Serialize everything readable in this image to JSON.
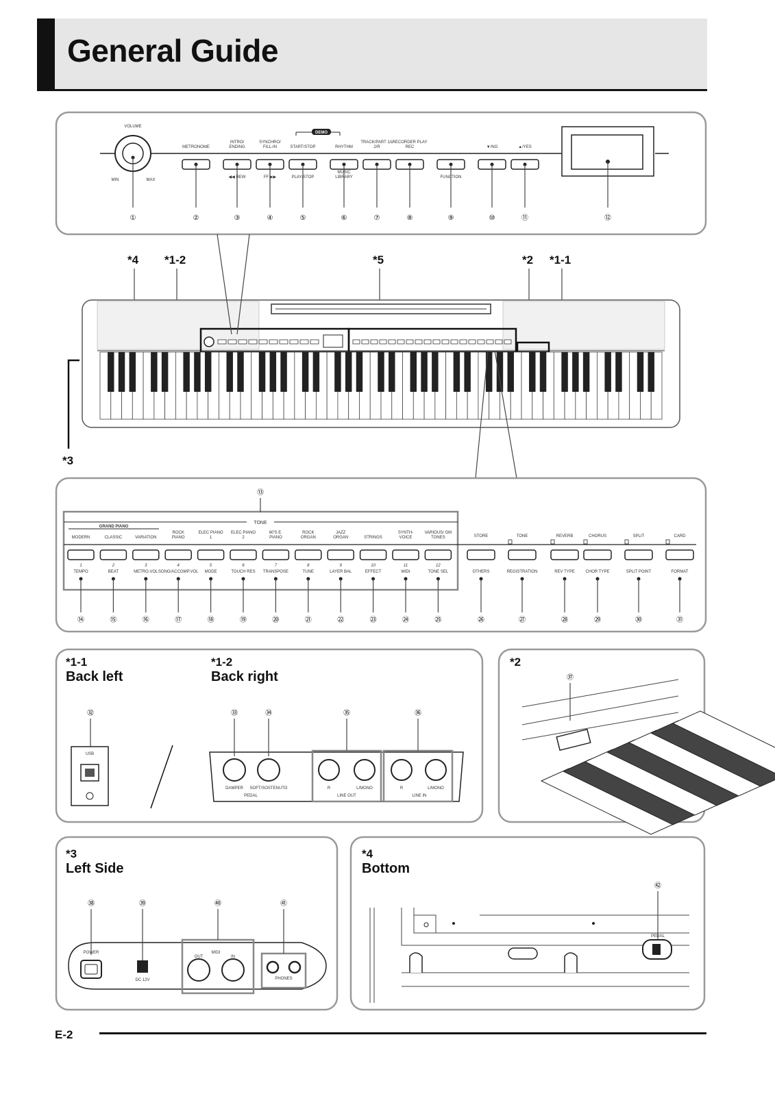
{
  "page": {
    "title": "General Guide",
    "page_number": "E-2"
  },
  "top_panel": {
    "volume": {
      "label": "VOLUME",
      "min": "MIN",
      "max": "MAX"
    },
    "buttons": [
      {
        "num": "①",
        "top": "VOLUME",
        "bottom": ""
      },
      {
        "num": "②",
        "top": "METRONOME",
        "bottom": ""
      },
      {
        "num": "③",
        "top": "INTRO/ ENDING",
        "bottom": "◀◀ REW"
      },
      {
        "num": "④",
        "top": "SYNCHRO/ FILL-IN",
        "bottom": "FF ▶▶"
      },
      {
        "num": "⑤",
        "top": "START/STOP",
        "bottom": "PLAY/STOP"
      },
      {
        "num": "⑥",
        "top": "RHYTHM",
        "bottom": "MUSIC LIBRARY"
      },
      {
        "num": "⑦",
        "top": "TRACK/PART 1/L 2/R",
        "bottom": ""
      },
      {
        "num": "⑧",
        "top": "RECORDER PLAY REC",
        "bottom": ""
      },
      {
        "num": "⑨",
        "top": "",
        "bottom": "FUNCTION"
      },
      {
        "num": "⑩",
        "top": "▼/NO",
        "bottom": ""
      },
      {
        "num": "⑪",
        "top": "▲/YES",
        "bottom": ""
      },
      {
        "num": "⑫",
        "top": "",
        "bottom": ""
      }
    ],
    "demo": "DEMO"
  },
  "callouts": {
    "c4": "*4",
    "c12": "*1-2",
    "c5": "*5",
    "c2": "*2",
    "c11": "*1-1",
    "c3": "*3"
  },
  "tone_panel": {
    "header_num": "⑬",
    "tone_label": "TONE",
    "grand_piano": "GRAND PIANO",
    "tones": [
      {
        "top": "MODERN",
        "idx": "1",
        "bottom": "TEMPO",
        "num": "⑭"
      },
      {
        "top": "CLASSIC",
        "idx": "2",
        "bottom": "BEAT",
        "num": "⑮"
      },
      {
        "top": "VARIATION",
        "idx": "3",
        "bottom": "METRO.VOL",
        "num": "⑯"
      },
      {
        "top": "ROCK PIANO",
        "idx": "4",
        "bottom": "SONG/ACCOMP.VOL",
        "num": "⑰"
      },
      {
        "top": "ELEC PIANO 1",
        "idx": "5",
        "bottom": "MODE",
        "num": "⑱"
      },
      {
        "top": "ELEC PIANO 2",
        "idx": "6",
        "bottom": "TOUCH RES",
        "num": "⑲"
      },
      {
        "top": "60'S E. PIANO",
        "idx": "7",
        "bottom": "TRANSPOSE",
        "num": "⑳"
      },
      {
        "top": "ROCK ORGAN",
        "idx": "8",
        "bottom": "TUNE",
        "num": "㉑"
      },
      {
        "top": "JAZZ ORGAN",
        "idx": "9",
        "bottom": "LAYER BAL",
        "num": "㉒"
      },
      {
        "top": "STRINGS",
        "idx": "10",
        "bottom": "EFFECT",
        "num": "㉓"
      },
      {
        "top": "SYNTH- VOICE",
        "idx": "11",
        "bottom": "MIDI",
        "num": "㉔"
      },
      {
        "top": "VARIOUS/ GM TONES",
        "idx": "12",
        "bottom": "TONE SEL",
        "num": "㉕"
      }
    ],
    "others": [
      {
        "top": "STORE",
        "bottom": "OTHERS",
        "num": "㉖"
      },
      {
        "top": "TONE",
        "bottom": "REGISTRATION",
        "num": "㉗"
      },
      {
        "top": "REVERB",
        "bottom": "REV TYPE",
        "num": "㉘"
      },
      {
        "top": "CHORUS",
        "bottom": "CHOR TYPE",
        "num": "㉙"
      },
      {
        "top": "SPLIT",
        "bottom": "SPLIT POINT",
        "num": "㉚"
      },
      {
        "top": "CARD",
        "bottom": "FORMAT",
        "num": "㉛"
      }
    ]
  },
  "back_panel": {
    "left": {
      "mark": "*1-1",
      "title": "Back left",
      "num": "㉜",
      "usb": "USB"
    },
    "right": {
      "mark": "*1-2",
      "title": "Back right",
      "nums": [
        "㉝",
        "㉞",
        "㉟",
        "㊱"
      ],
      "jacks": [
        "DAMPER",
        "SOFT/SOSTENUTO",
        "R",
        "L/MONO",
        "R",
        "L/MONO"
      ],
      "groups": [
        "PEDAL",
        "LINE OUT",
        "LINE IN"
      ]
    }
  },
  "slot_panel": {
    "mark": "*2",
    "num": "㊲"
  },
  "left_side": {
    "mark": "*3",
    "title": "Left Side",
    "nums": [
      "㊳",
      "㊴",
      "㊵",
      "㊶"
    ],
    "labels": {
      "power": "POWER",
      "dc": "DC 12V",
      "midi": "MIDI",
      "out": "OUT",
      "in": "IN",
      "phones": "PHONES"
    }
  },
  "bottom_panel": {
    "mark": "*4",
    "title": "Bottom",
    "num": "㊷",
    "pedal": "PEDAL"
  }
}
